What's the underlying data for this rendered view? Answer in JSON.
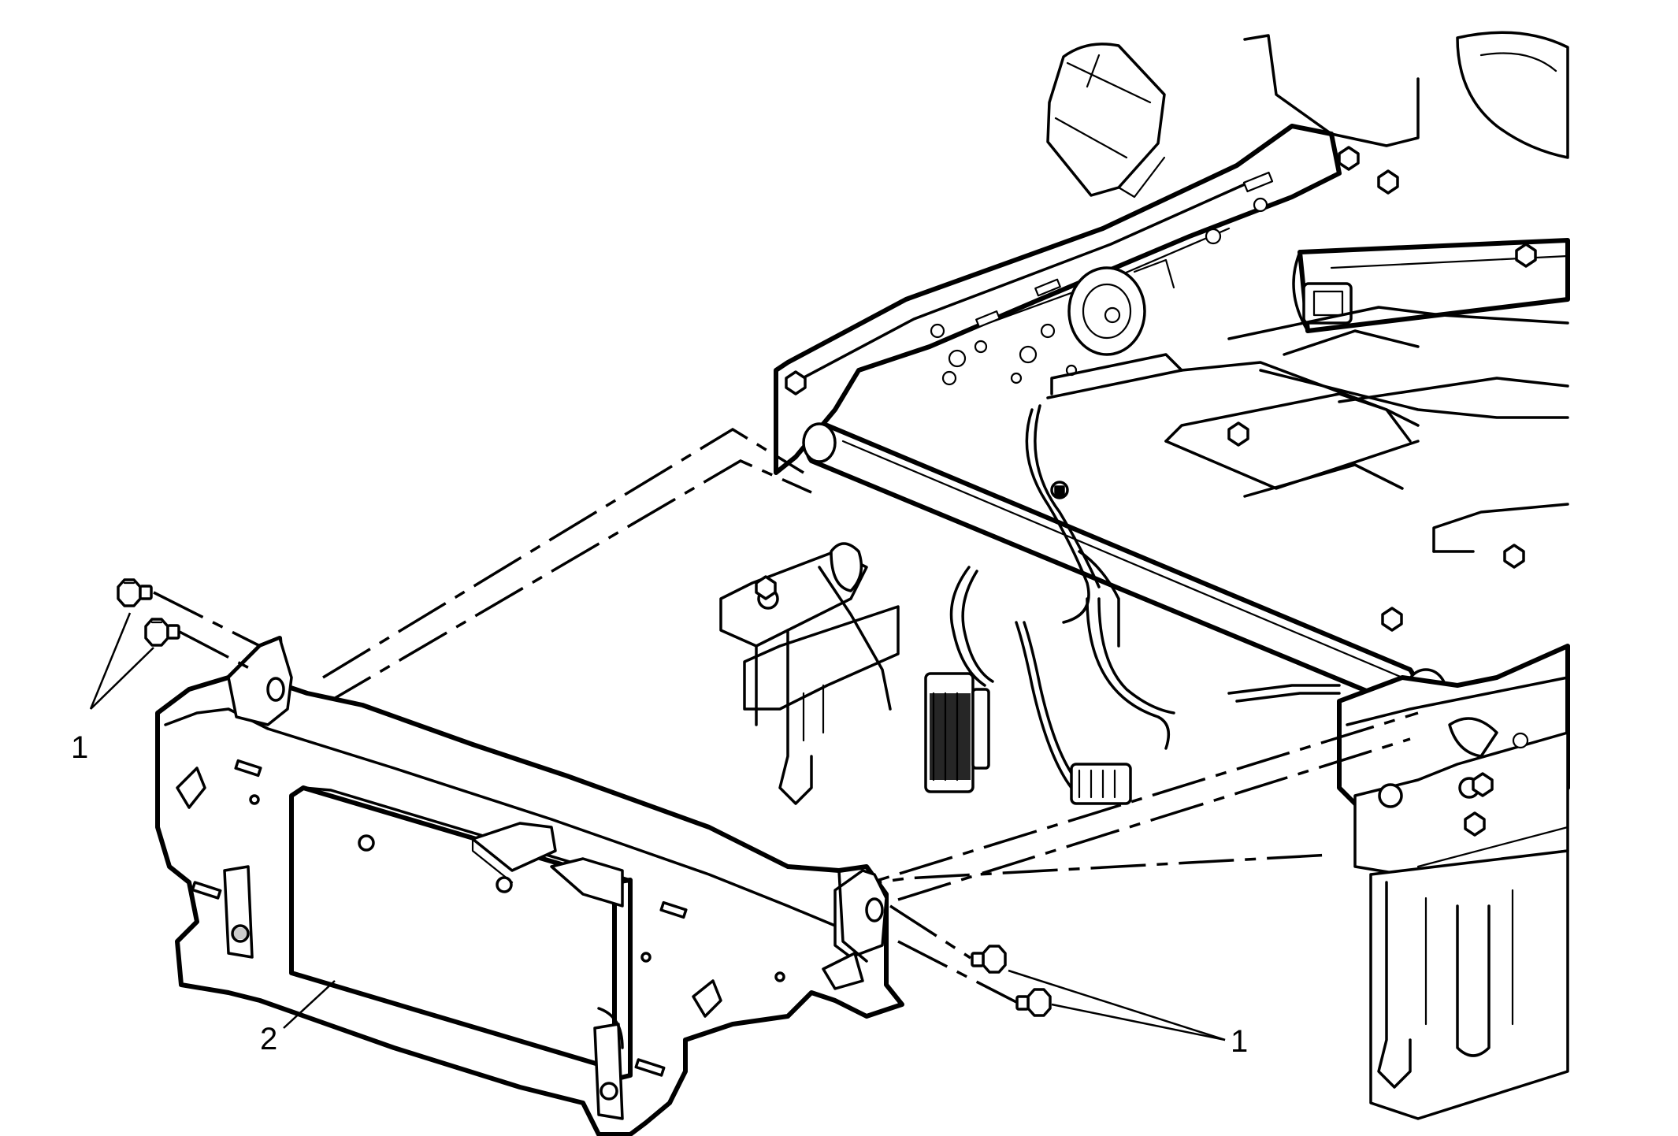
{
  "callouts": {
    "bolt_left": "1",
    "bolt_right": "1",
    "module": "2"
  }
}
